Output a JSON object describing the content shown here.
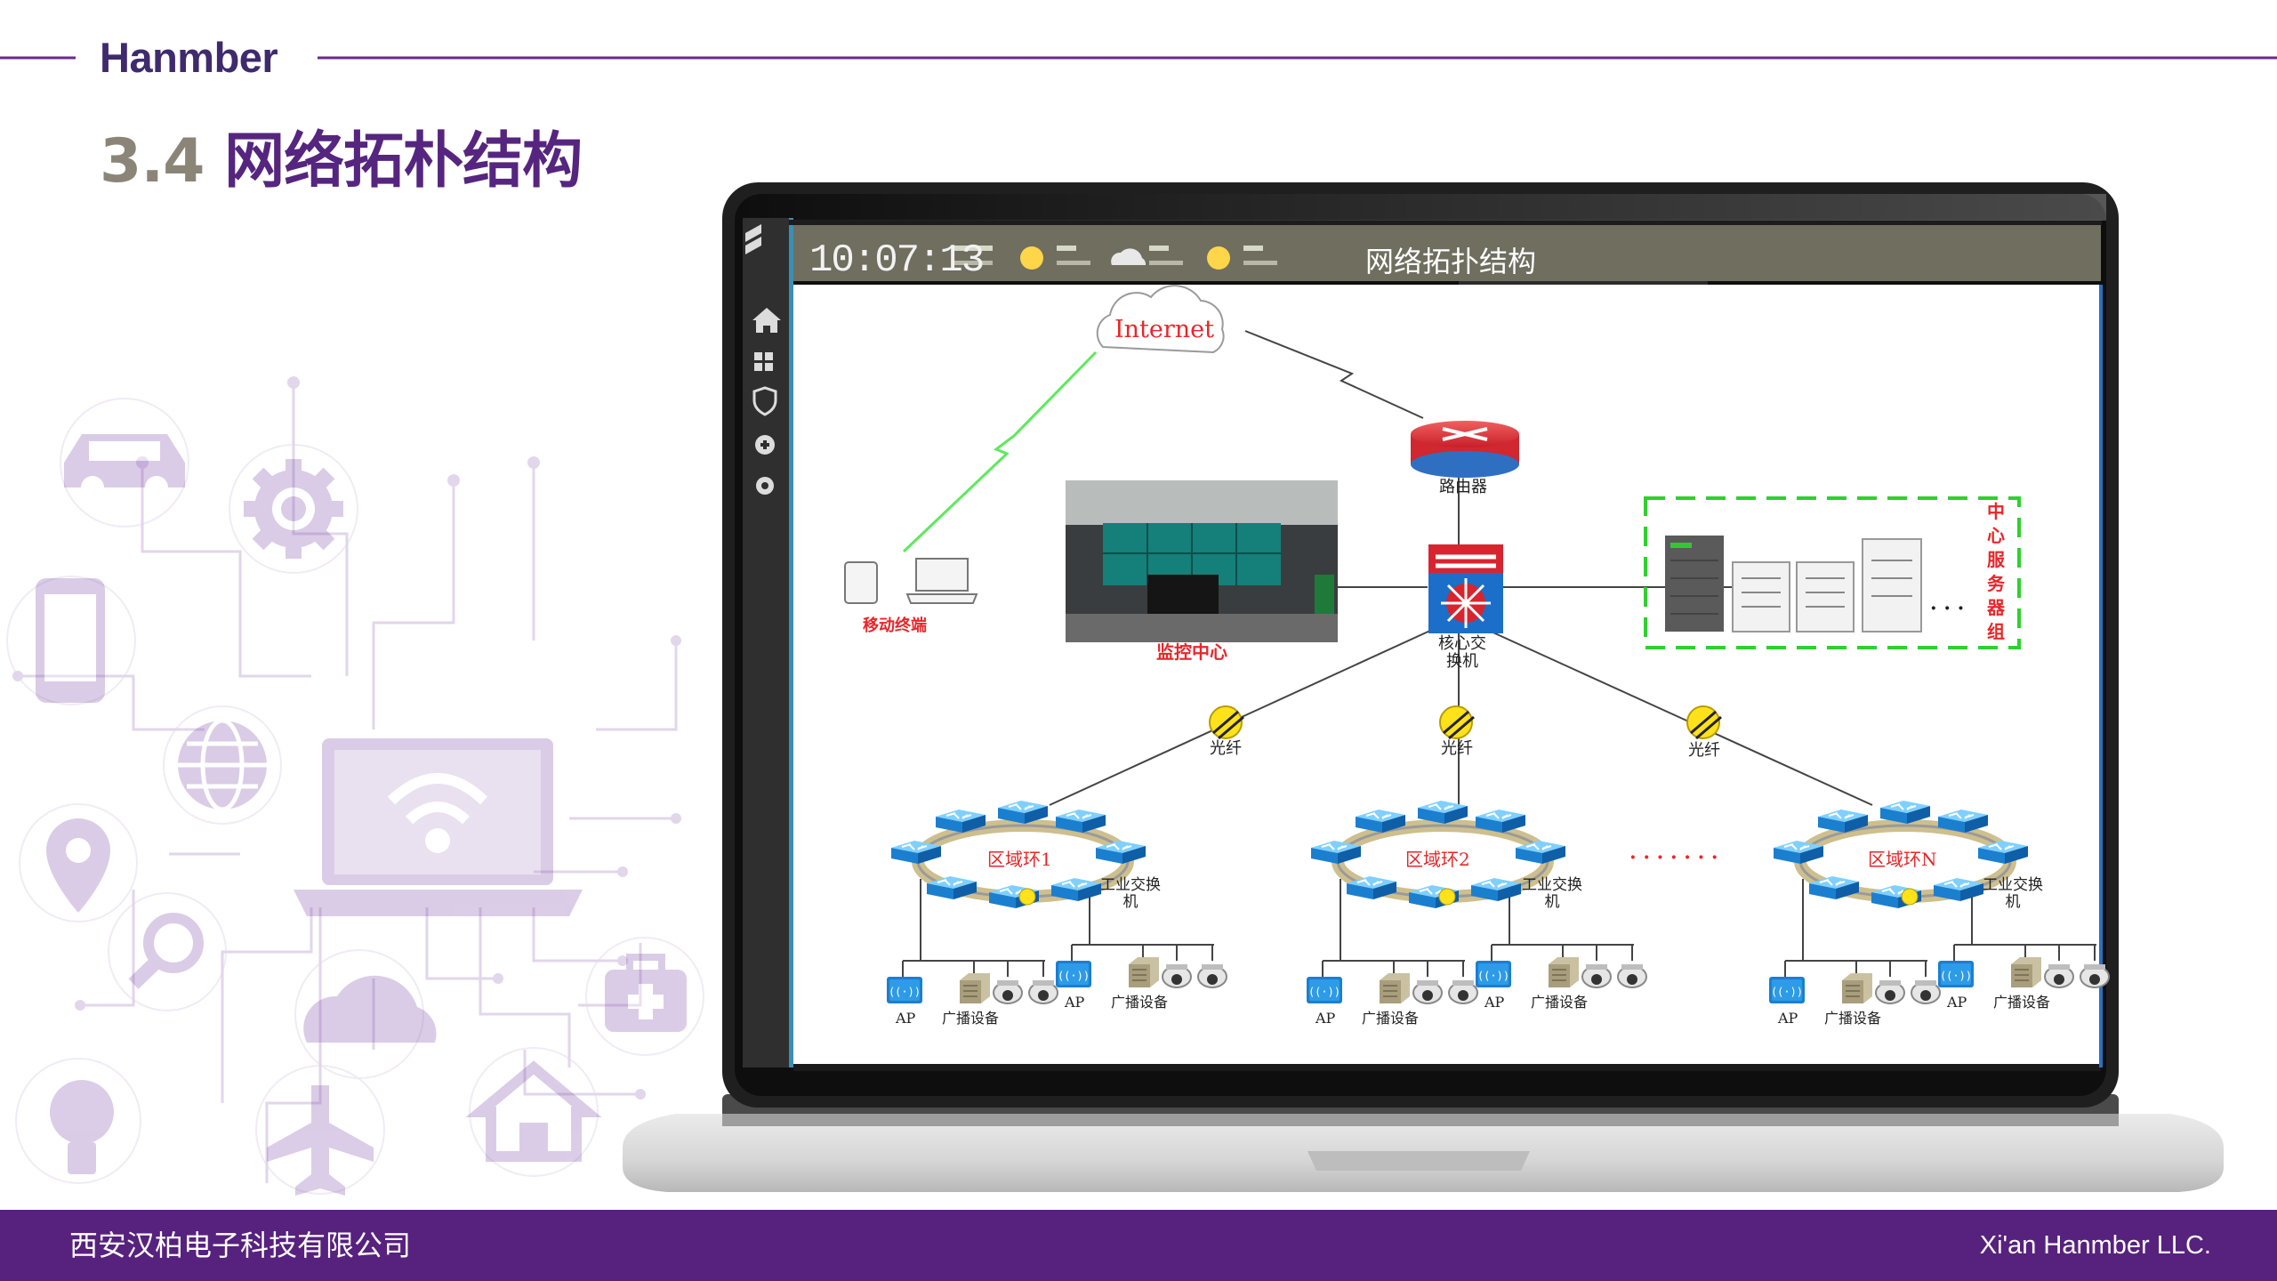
{
  "brand": {
    "name": "Hanmber"
  },
  "slide": {
    "number": "3.4",
    "title": "网络拓朴结构"
  },
  "screen": {
    "clock": "10:07:13",
    "title": "网络拓扑结构"
  },
  "topology": {
    "internet": "Internet",
    "router": "路由器",
    "core_switch": "核心交换机",
    "monitor_center": "监控中心",
    "mobile_terminal": "移动终端",
    "server_group": [
      "中",
      "心",
      "服",
      "务",
      "器",
      "组"
    ],
    "fiber": "光纤",
    "rings": [
      "区域环1",
      "区域环2",
      "区域环N"
    ],
    "industrial_switch": "工业交换机",
    "ap": "AP",
    "broadcast": "广播设备",
    "ellipsis": "· · · · · · ·",
    "server_ellipsis": "· · ·"
  },
  "footer": {
    "company_cn": "西安汉柏电子科技有限公司",
    "company_en": "Xi'an Hanmber LLC."
  },
  "colors": {
    "purple": "#56257f",
    "footer": "#57217e",
    "red_label": "#e8262a",
    "green_dash": "#2ed12e",
    "ring_blue": "#1e8fd8"
  },
  "icons": [
    "car-icon",
    "gear-icon",
    "phone-icon",
    "globe-icon",
    "laptop-wifi-icon",
    "location-pin-icon",
    "magnifier-icon",
    "cloud-icon",
    "medical-kit-icon",
    "lightbulb-icon",
    "airplane-icon",
    "house-icon",
    "home-icon",
    "grid-icon",
    "shield-icon",
    "add-circle-icon",
    "settings-icon",
    "sun-icon",
    "cloud-weather-icon"
  ]
}
